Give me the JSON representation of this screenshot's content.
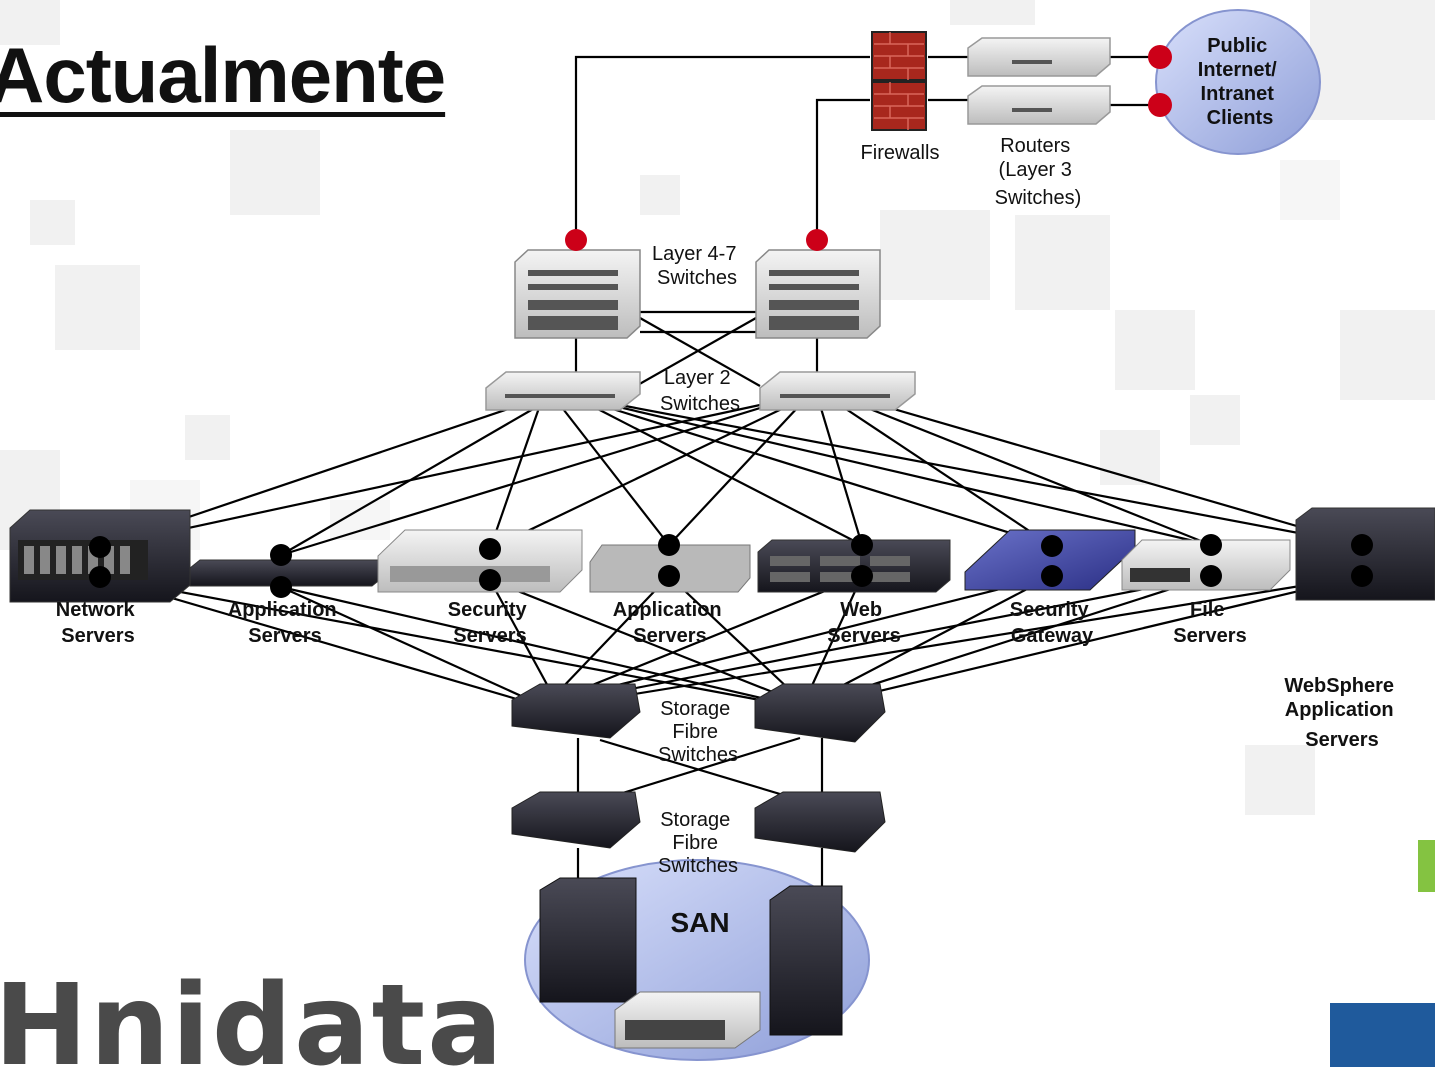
{
  "title": "Actualmente",
  "logo_text": "Hnidata",
  "cloud_label": [
    "Public",
    "Internet/",
    "Intranet",
    "Clients"
  ],
  "firewalls_label": "Firewalls",
  "routers_label": [
    "Routers",
    "(Layer 3",
    "Switches)"
  ],
  "l47_label": [
    "Layer 4-7",
    "Switches"
  ],
  "l2_label": [
    "Layer 2",
    "Switches"
  ],
  "servers": [
    {
      "id": "network",
      "label": [
        "Network",
        "Servers"
      ]
    },
    {
      "id": "app1",
      "label": [
        "Application",
        "Servers"
      ]
    },
    {
      "id": "security",
      "label": [
        "Security",
        "Servers"
      ]
    },
    {
      "id": "app2",
      "label": [
        "Application",
        "Servers"
      ]
    },
    {
      "id": "web",
      "label": [
        "Web",
        "Servers"
      ]
    },
    {
      "id": "gateway",
      "label": [
        "Security",
        "Gateway"
      ]
    },
    {
      "id": "file",
      "label": [
        "File",
        "Servers"
      ]
    },
    {
      "id": "websphere",
      "label": [
        "WebSphere",
        "Application",
        "Servers"
      ]
    }
  ],
  "fibre_upper_label": [
    "Storage",
    "Fibre",
    "Switches"
  ],
  "fibre_lower_label": [
    "Storage",
    "Fibre",
    "Switches"
  ],
  "san_label": "SAN",
  "colors": {
    "accent_red": "#cc0018",
    "node_black": "#000000",
    "cloud": "#a9b7e6",
    "firewall": "#b7352a",
    "logo": "#4a4a4a",
    "green_accent": "#84c341",
    "blue_block": "#1f5a9c"
  }
}
